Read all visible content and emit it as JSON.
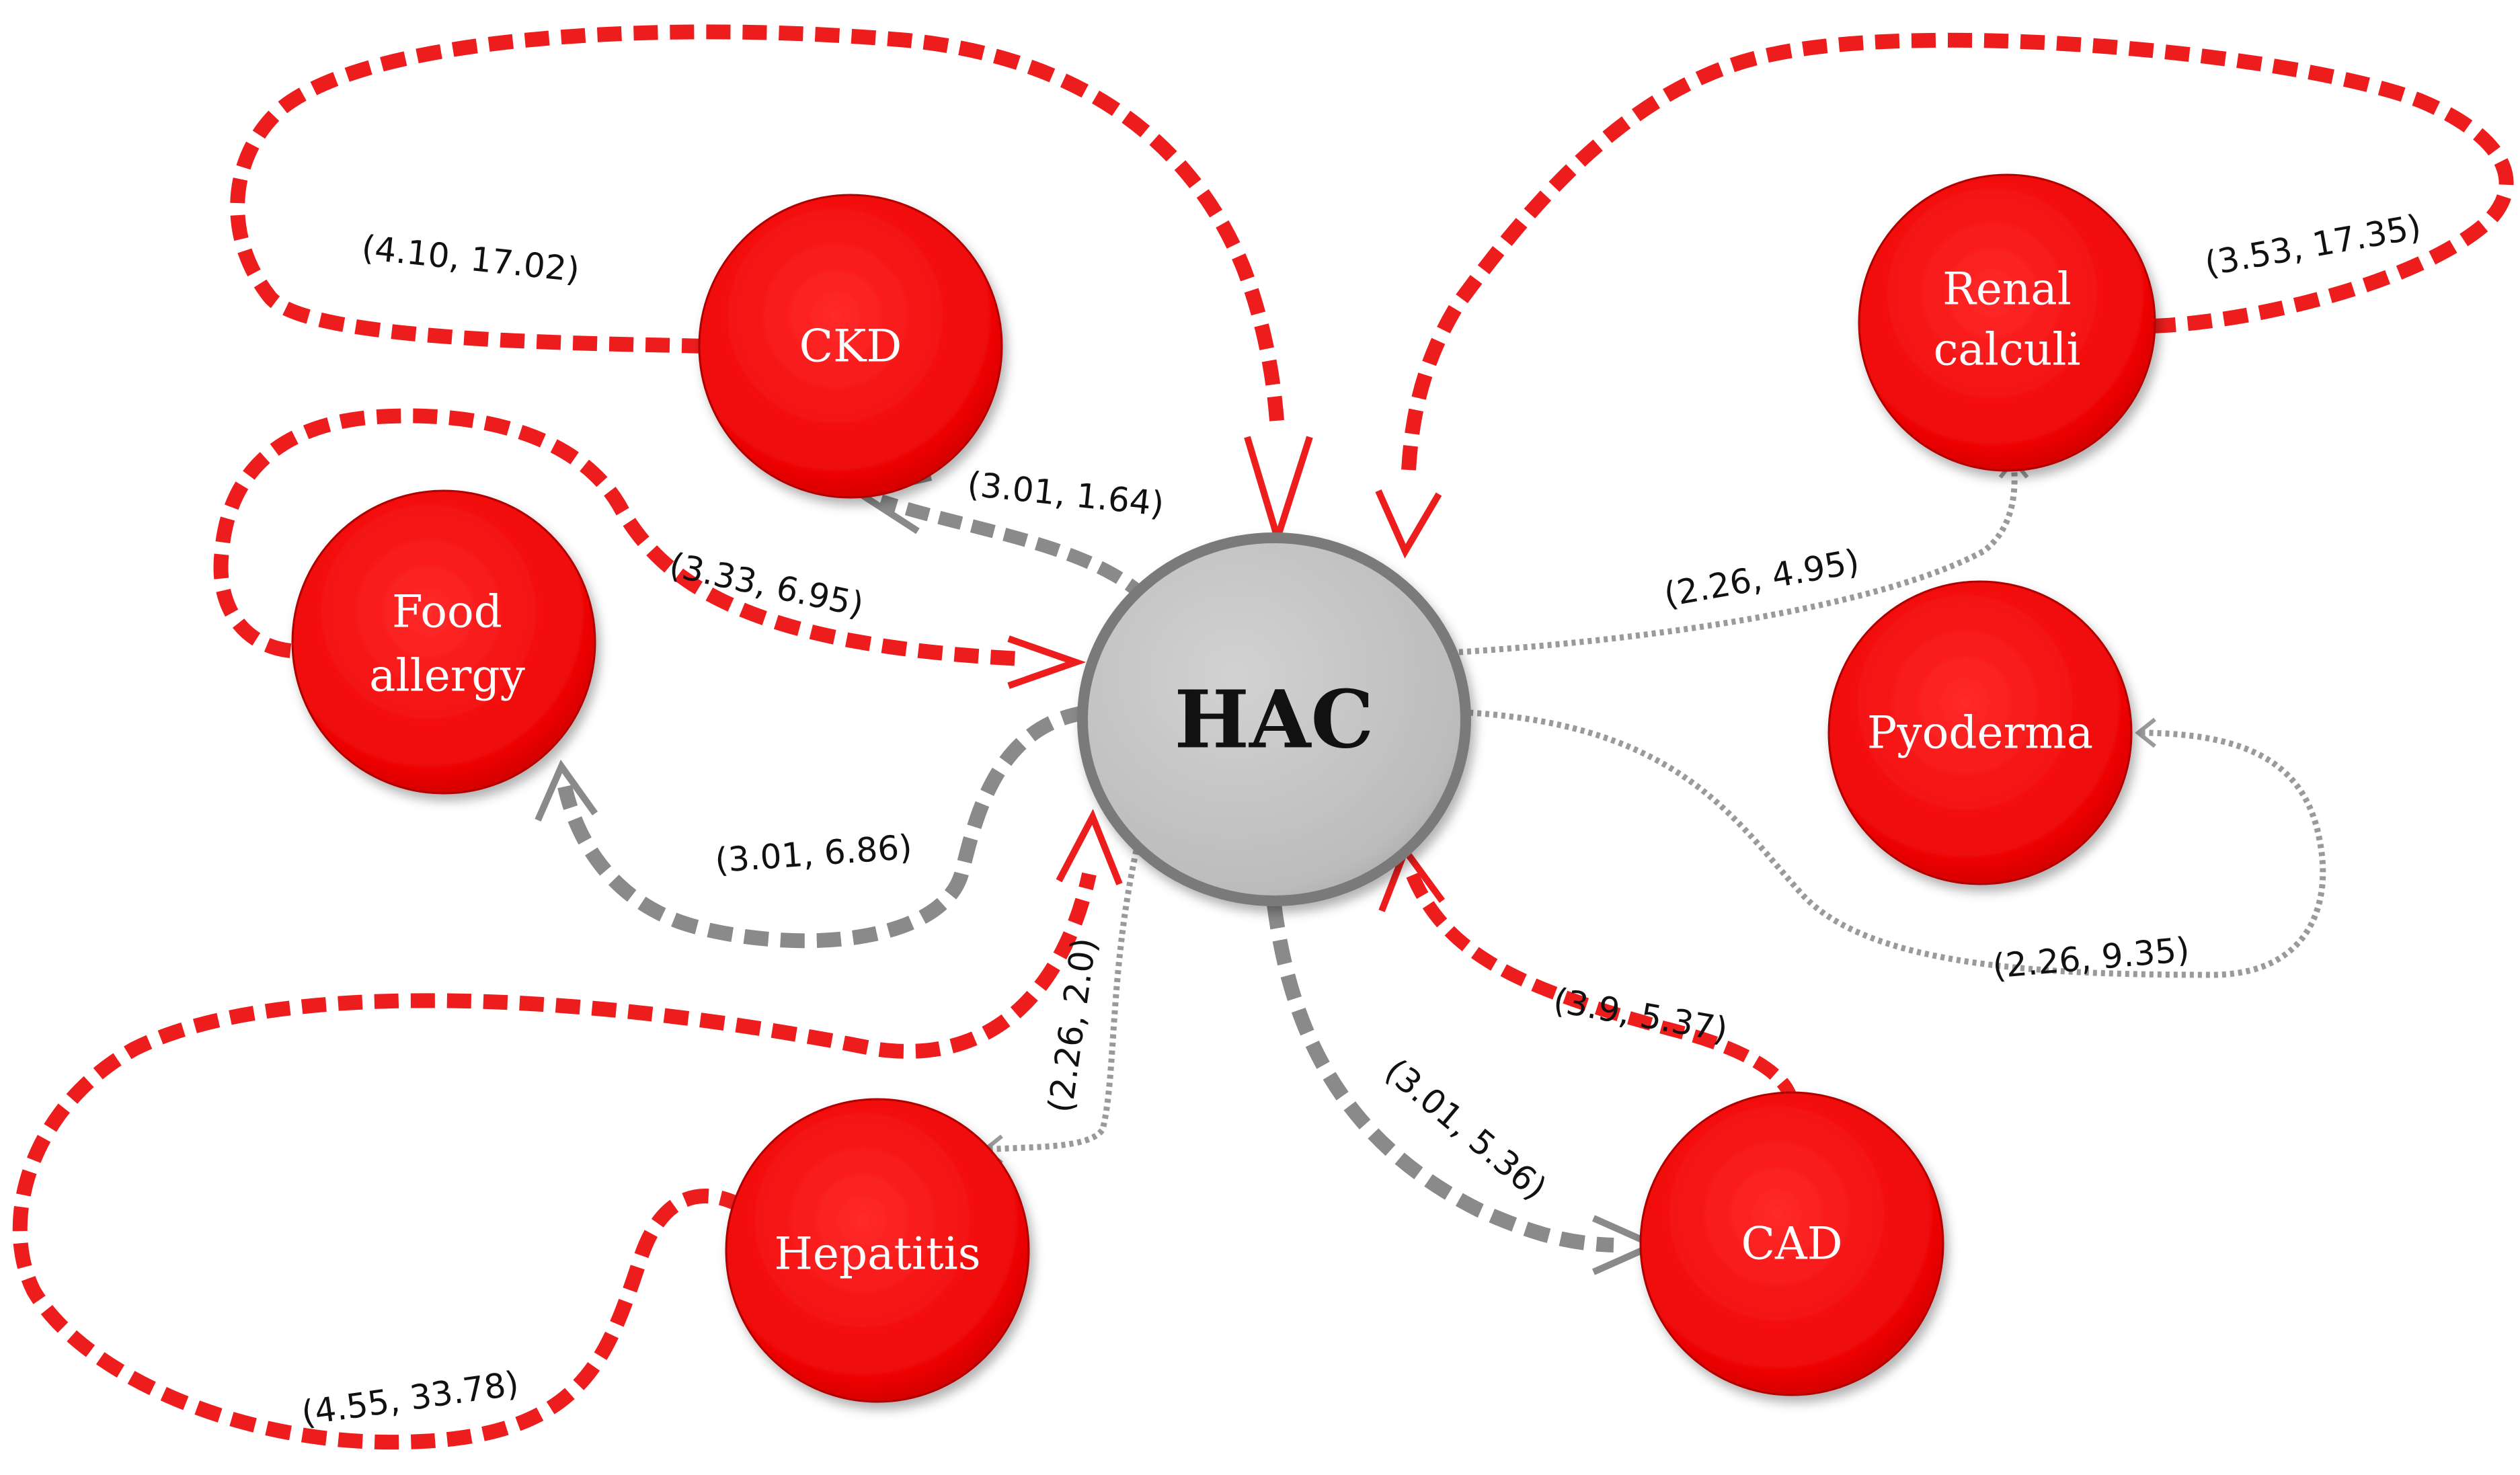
{
  "colors": {
    "node_fill": "#f00a0a",
    "hub_fill": "#bdbdbd",
    "edge_red": "#ee1d1d",
    "edge_gray_dark": "#8a8a8a",
    "edge_gray_light": "#9a9a9a"
  },
  "hub": {
    "label": "HAC"
  },
  "nodes": {
    "ckd": {
      "lines": [
        "CKD"
      ]
    },
    "renal": {
      "lines": [
        "Renal",
        "calculi"
      ]
    },
    "food": {
      "lines": [
        "Food",
        "allergy"
      ]
    },
    "pyoderma": {
      "lines": [
        "Pyoderma"
      ]
    },
    "hepatitis": {
      "lines": [
        "Hepatitis"
      ]
    },
    "cad": {
      "lines": [
        "CAD"
      ]
    }
  },
  "edges": {
    "ckd_to_hac": "(4.10, 17.02)",
    "hac_to_ckd": "(3.01, 1.64)",
    "renal_to_hac": "(3.53, 17.35)",
    "hac_to_renal": "(2.26, 4.95)",
    "food_to_hac": "(3.33, 6.95)",
    "hac_to_food": "(3.01, 6.86)",
    "hac_to_pyoderma": "(2.26, 9.35)",
    "hepatitis_to_hac": "(4.55, 33.78)",
    "hac_to_hepatitis": "(2.26, 2.0)",
    "cad_to_hac": "(3.9, 5.37)",
    "hac_to_cad": "(3.01, 5.36)"
  }
}
